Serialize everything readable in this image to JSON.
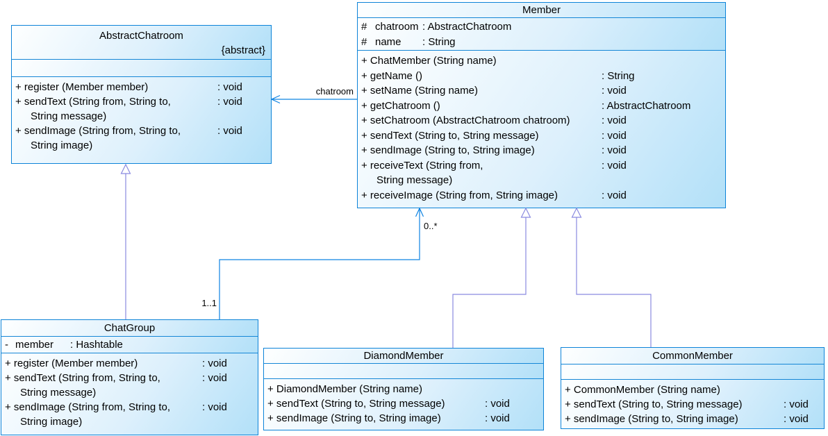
{
  "classes": {
    "abstract_chatroom": {
      "name": "AbstractChatroom",
      "stereotype": "{abstract}",
      "attributes": [],
      "methods": [
        {
          "sig": "+ register (Member member)",
          "ret": ": void"
        },
        {
          "sig": "+ sendText (String from, String to,",
          "ret": ": void"
        },
        {
          "sig": "String message)",
          "ret": ""
        },
        {
          "sig": "+ sendImage (String from, String to,",
          "ret": ": void"
        },
        {
          "sig": "String image)",
          "ret": ""
        }
      ]
    },
    "member": {
      "name": "Member",
      "attributes": [
        {
          "vis": "#",
          "name": "chatroom",
          "type": ": AbstractChatroom"
        },
        {
          "vis": "#",
          "name": "name",
          "type": ": String"
        }
      ],
      "methods": [
        {
          "sig": "+ ChatMember (String name)",
          "ret": ""
        },
        {
          "sig": "+ getName ()",
          "ret": ": String"
        },
        {
          "sig": "+ setName (String name)",
          "ret": ": void"
        },
        {
          "sig": "+ getChatroom ()",
          "ret": ": AbstractChatroom"
        },
        {
          "sig": "+ setChatroom (AbstractChatroom chatroom)",
          "ret": ": void"
        },
        {
          "sig": "+ sendText (String to, String message)",
          "ret": ": void"
        },
        {
          "sig": "+ sendImage (String to, String image)",
          "ret": ": void"
        },
        {
          "sig": "+ receiveText (String from,",
          "ret": ": void"
        },
        {
          "sig": "String message)",
          "ret": ""
        },
        {
          "sig": "+ receiveImage (String from, String image)",
          "ret": ": void"
        }
      ]
    },
    "chat_group": {
      "name": "ChatGroup",
      "attributes": [
        {
          "vis": "-",
          "name": "member",
          "type": ": Hashtable"
        }
      ],
      "methods": [
        {
          "sig": "+ register (Member member)",
          "ret": ": void"
        },
        {
          "sig": "+ sendText (String from, String to,",
          "ret": ": void"
        },
        {
          "sig": "String message)",
          "ret": ""
        },
        {
          "sig": "+ sendImage (String from, String to,",
          "ret": ": void"
        },
        {
          "sig": "String image)",
          "ret": ""
        }
      ]
    },
    "diamond_member": {
      "name": "DiamondMember",
      "attributes": [],
      "methods": [
        {
          "sig": "+ DiamondMember (String name)",
          "ret": ""
        },
        {
          "sig": "+ sendText (String to, String message)",
          "ret": ": void"
        },
        {
          "sig": "+ sendImage (String to, String image)",
          "ret": ": void"
        }
      ]
    },
    "common_member": {
      "name": "CommonMember",
      "attributes": [],
      "methods": [
        {
          "sig": "+ CommonMember (String name)",
          "ret": ""
        },
        {
          "sig": "+ sendText (String to, String message)",
          "ret": ": void"
        },
        {
          "sig": "+ sendImage (String to, String image)",
          "ret": ": void"
        }
      ]
    }
  },
  "relations": {
    "member_to_chatroom": {
      "label": "chatroom",
      "type": "association",
      "arrow": "open"
    },
    "chatgroup_to_member": {
      "mult_near_member": "0..*",
      "mult_near_group": "1..1",
      "type": "association",
      "arrow": "open"
    },
    "chatgroup_to_abstractchatroom": {
      "type": "generalization"
    },
    "diamondmember_to_member": {
      "type": "generalization"
    },
    "commonmember_to_member": {
      "type": "generalization"
    }
  },
  "colors": {
    "box_border": "#0c83d8",
    "box_fill_light": "#feffff",
    "box_fill_dark": "#b2e0f8",
    "assoc_line": "#0d83e2",
    "gen_line": "#8a8ae0",
    "text": "#000000"
  }
}
